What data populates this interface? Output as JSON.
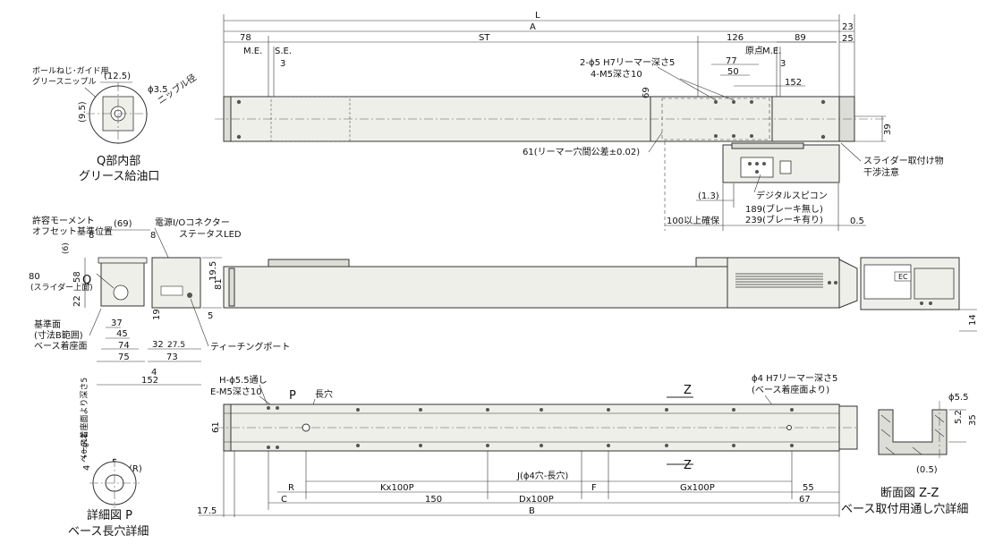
{
  "top_dims": {
    "L": "L",
    "A": "A",
    "d23": "23",
    "d25": "25",
    "d78": "78",
    "ST": "ST",
    "d126": "126",
    "d89": "89",
    "ME_left": "M.E.",
    "SE": "S.E.",
    "d3a": "3",
    "origin": "原点",
    "ME_right": "M.E.",
    "d3b": "3",
    "d77": "77",
    "d50": "50",
    "d152a": "152",
    "d69a": "69",
    "d39": "39"
  },
  "top_notes": {
    "reamer": "2-ϕ5 H7リーマー深さ5",
    "tap": "4-M5深さ10",
    "reamer_pitch": "61(リーマー穴間公差±0.02)",
    "slider_note1": "スライダー取付け物",
    "slider_note2": "干渉注意",
    "digital": "デジタルスピコン",
    "d1_3": "(1.3)",
    "brake_no": "189(ブレーキ無し)",
    "brake_yes": "239(ブレーキ有り)",
    "secure": "100以上確保",
    "d0_5": "0.5"
  },
  "q_detail": {
    "label1": "ボールねじ･ガイド用",
    "label2": "グリースニップル",
    "d12_5": "(12.5)",
    "d3_5": "ϕ3.5",
    "nipple": "ニップル径",
    "d9_5": "(9.5)",
    "title1": "Q部内部",
    "title2": "グリース給油口"
  },
  "side_view": {
    "moment1": "許容モーメント",
    "moment2": "オフセット基準位置",
    "d69b": "(69)",
    "d8a": "8",
    "d8b": "8",
    "d6": "(6)",
    "power": "電源I/Oコネクター",
    "status": "ステータスLED",
    "d80": "80",
    "slider_top": "(スライダー上面)",
    "d58": "58",
    "Q": "Q",
    "d22": "22",
    "d19_5": "19.5",
    "d81": "81",
    "d19": "19",
    "d5": "5",
    "ref1": "基準面",
    "ref2": "(寸法B範囲)",
    "base_seat": "ベース着座面",
    "d37": "37",
    "d45": "45",
    "d74": "74",
    "d32": "32",
    "d27_5": "27.5",
    "teach": "ティーチングポート",
    "d75": "75",
    "d73": "73",
    "d4": "4",
    "d152b": "152",
    "d14": "14"
  },
  "bottom_view": {
    "H": "H-ϕ5.5通し",
    "E": "E-M5深さ10",
    "P": "P",
    "long_hole": "長穴",
    "Z1": "Z",
    "Z2": "Z",
    "reamer_b1": "ϕ4 H7リーマー深さ5",
    "reamer_b2": "(ベース着座面より)",
    "d61": "61",
    "J": "J(ϕ4穴-長穴)",
    "R": "R",
    "Kx": "Kx100P",
    "F": "F",
    "Gx": "Gx100P",
    "d55": "55",
    "C": "C",
    "d150": "150",
    "Dx": "Dx100P",
    "d67": "67",
    "d17_5": "17.5",
    "B": "B"
  },
  "p_detail": {
    "d4tol": "4",
    "tol": "+0.012",
    "tol0": "0",
    "depth": "ベース着座面より深さ5",
    "d5": "5",
    "R": "(R)",
    "title1": "詳細図 P",
    "title2": "ベース長穴詳細"
  },
  "z_section": {
    "d5_5": "ϕ5.5",
    "d5_2": "5.2",
    "d35": "35",
    "d0_5": "(0.5)",
    "title1": "断面図 Z-Z",
    "title2": "ベース取付用通し穴詳細"
  },
  "logo": {
    "text": "EC"
  }
}
